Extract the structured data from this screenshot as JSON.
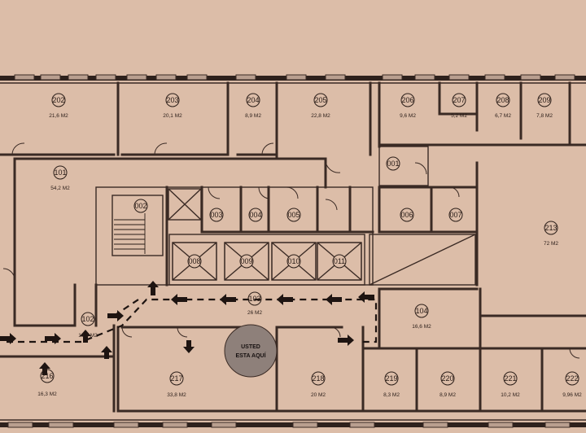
{
  "map": {
    "rooms": [
      {
        "id": "202",
        "area": "21,6 M2"
      },
      {
        "id": "203",
        "area": "20,1 M2"
      },
      {
        "id": "204",
        "area": "8,9 M2"
      },
      {
        "id": "205",
        "area": "22,8 M2"
      },
      {
        "id": "206",
        "area": "9,6 M2"
      },
      {
        "id": "207",
        "area": "5,2 M2"
      },
      {
        "id": "208",
        "area": "6,7 M2"
      },
      {
        "id": "209",
        "area": "7,8 M2"
      },
      {
        "id": "101",
        "area": "54,2 M2"
      },
      {
        "id": "213",
        "area": "72 M2"
      },
      {
        "id": "104",
        "area": "16,6 M2"
      },
      {
        "id": "217",
        "area": "33,8 M2"
      },
      {
        "id": "218",
        "area": "20 M2"
      },
      {
        "id": "219",
        "area": "8,3 M2"
      },
      {
        "id": "220",
        "area": "8,9 M2"
      },
      {
        "id": "221",
        "area": "10,2 M2"
      },
      {
        "id": "222",
        "area": "9,96 M2"
      },
      {
        "id": "103",
        "area": "26 M2"
      },
      {
        "id": "102",
        "area": "13,3 M2"
      },
      {
        "id": "216",
        "area": "16,3 M2"
      }
    ],
    "service_rooms": [
      "001",
      "002",
      "003",
      "004",
      "005",
      "006",
      "007"
    ],
    "elevators": [
      "008",
      "009",
      "010",
      "011"
    ],
    "you_are_here": {
      "line1": "USTED",
      "line2": "ESTA AQUÍ"
    }
  }
}
